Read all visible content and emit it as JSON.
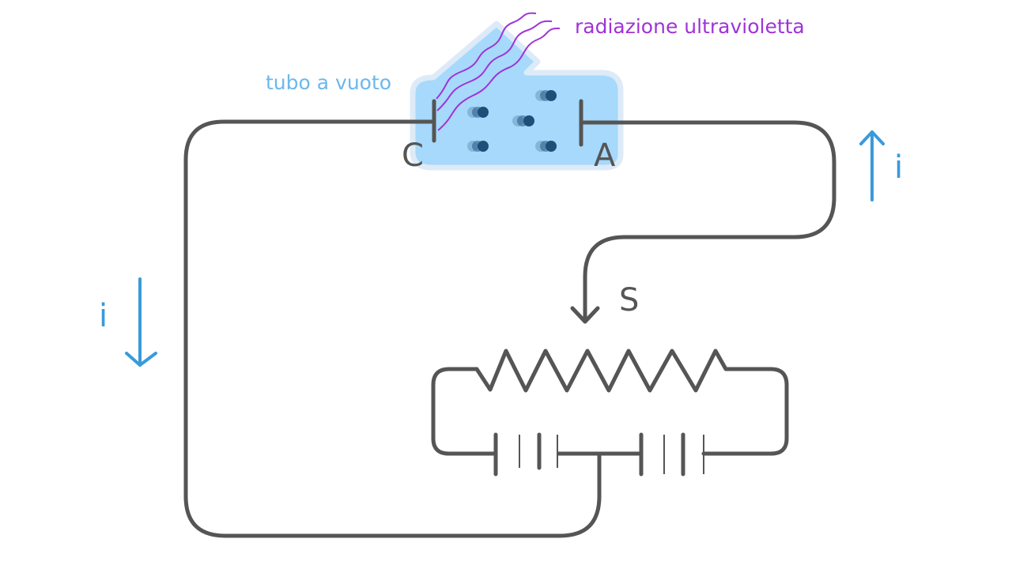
{
  "diagram": {
    "title": "Photoelectric effect circuit",
    "labels": {
      "tube": "tubo a vuoto",
      "radiation": "radiazione ultravioletta",
      "cathode": "C",
      "anode": "A",
      "slider": "S",
      "current_right": "i",
      "current_left": "i"
    },
    "colors": {
      "wire": "#555555",
      "tube_fill": "#a6d9fb",
      "tube_border": "#dcebf7",
      "current_arrow": "#3a9ad9",
      "tube_label": "#6bb8ec",
      "radiation": "#a033d6",
      "electron": "#1f4e79"
    },
    "components": [
      "vacuum tube",
      "cathode",
      "anode",
      "electrons",
      "potentiometer",
      "battery cells",
      "current arrows"
    ]
  }
}
